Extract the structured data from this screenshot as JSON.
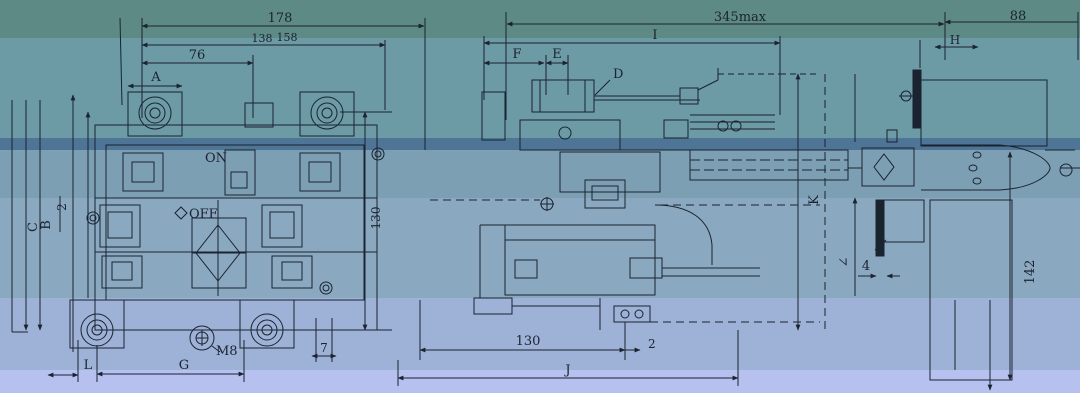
{
  "colors": {
    "bands": [
      "#5e8a85",
      "#6c9aa5",
      "#4f7596",
      "#7d9fb4",
      "#8aa8c0",
      "#9db2d6",
      "#b6c1ef"
    ],
    "line": "#1a2330"
  },
  "front_view": {
    "dims": {
      "width_178": "178",
      "width_158": "158",
      "width_138": "138",
      "width_76": "76",
      "dim_A": "A",
      "dim_C": "C",
      "dim_B": "B",
      "dim_2": "2",
      "height_130": "130",
      "dim_L": "L",
      "dim_G": "G",
      "dim_7": "7"
    },
    "labels": {
      "on": "ON",
      "off": "OFF",
      "bolt": "M8"
    }
  },
  "side_view": {
    "dims": {
      "max_345": "345max",
      "dim_I": "I",
      "dim_F": "F",
      "dim_E": "E",
      "dim_D": "D",
      "dim_K": "K",
      "dim_130": "130",
      "dim_2": "2",
      "dim_J": "J"
    }
  },
  "right_view": {
    "dims": {
      "width_88": "88",
      "dim_H": "H",
      "dim_4": "4",
      "height_142": "142",
      "angle": "∠"
    }
  }
}
